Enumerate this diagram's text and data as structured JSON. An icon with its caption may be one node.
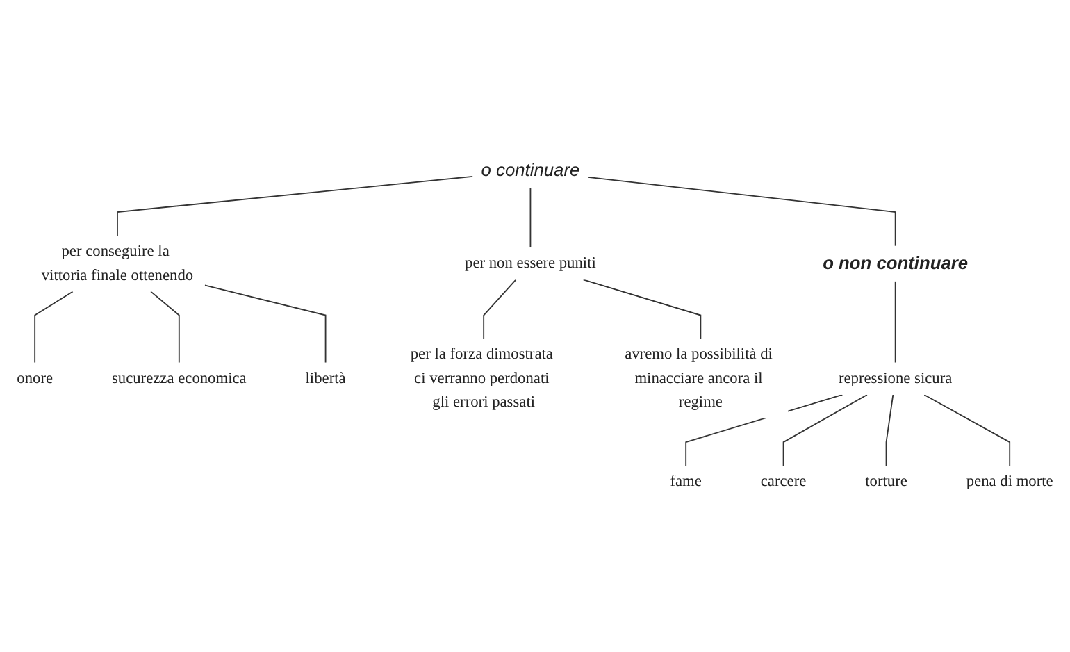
{
  "diagram": {
    "nodes": [
      {
        "text": [
          "o continuare"
        ]
      },
      {
        "text": [
          "o non continuare"
        ]
      },
      {
        "text": [
          "per conseguire la vittoria finale ottenendo"
        ]
      },
      {
        "text": [
          "per non essere puniti"
        ]
      },
      {
        "text": [
          "onore"
        ]
      },
      {
        "text": [
          "sucurezza economica"
        ]
      },
      {
        "text": [
          "libertà"
        ]
      },
      {
        "text": [
          "per la forza dimostrata ci verranno perdonati gli errori passati"
        ]
      },
      {
        "text": [
          "avremo la possibilità di minacciare ancora il regime"
        ]
      },
      {
        "text": [
          "repressione sicura"
        ]
      },
      {
        "text": [
          "fame"
        ]
      },
      {
        "text": [
          "carcere"
        ]
      },
      {
        "text": [
          "torture"
        ]
      },
      {
        "text": [
          "pena di morte"
        ]
      }
    ],
    "edges": [
      {
        "from": 0,
        "to": 1,
        "arrow": "none"
      },
      {
        "from": 0,
        "to": 2,
        "arrow": "none"
      },
      {
        "from": 0,
        "to": 3,
        "arrow": "none"
      },
      {
        "from": 2,
        "to": 4,
        "arrow": "none"
      },
      {
        "from": 2,
        "to": 5,
        "arrow": "none"
      },
      {
        "from": 2,
        "to": 6,
        "arrow": "none"
      },
      {
        "from": 3,
        "to": 7,
        "arrow": "none"
      },
      {
        "from": 3,
        "to": 8,
        "arrow": "none"
      },
      {
        "from": 1,
        "to": 9,
        "arrow": "none"
      },
      {
        "from": 9,
        "to": 10,
        "arrow": "none"
      },
      {
        "from": 9,
        "to": 11,
        "arrow": "none"
      },
      {
        "from": 9,
        "to": 12,
        "arrow": "none"
      },
      {
        "from": 9,
        "to": 13,
        "arrow": "none"
      }
    ]
  }
}
